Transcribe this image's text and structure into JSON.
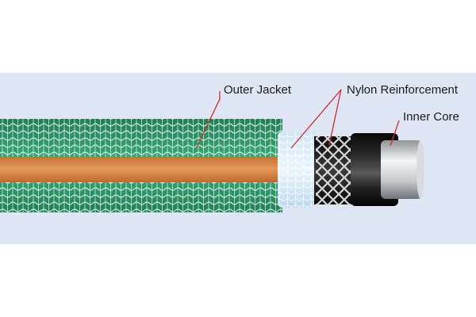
{
  "labels": {
    "outer_jacket": "Outer Jacket",
    "nylon_reinforcement": "Nylon Reinforcement",
    "inner_core": "Inner Core"
  },
  "colors": {
    "background_band": "#dde6f2",
    "outer_jacket": "#2e9b6a",
    "inner_stripe": "#d98a4a",
    "mesh": "#e6f0ec",
    "black_layer": "#1c1c1c",
    "inner_core": "#e4e7ea",
    "leader_line": "#d42a2a"
  }
}
